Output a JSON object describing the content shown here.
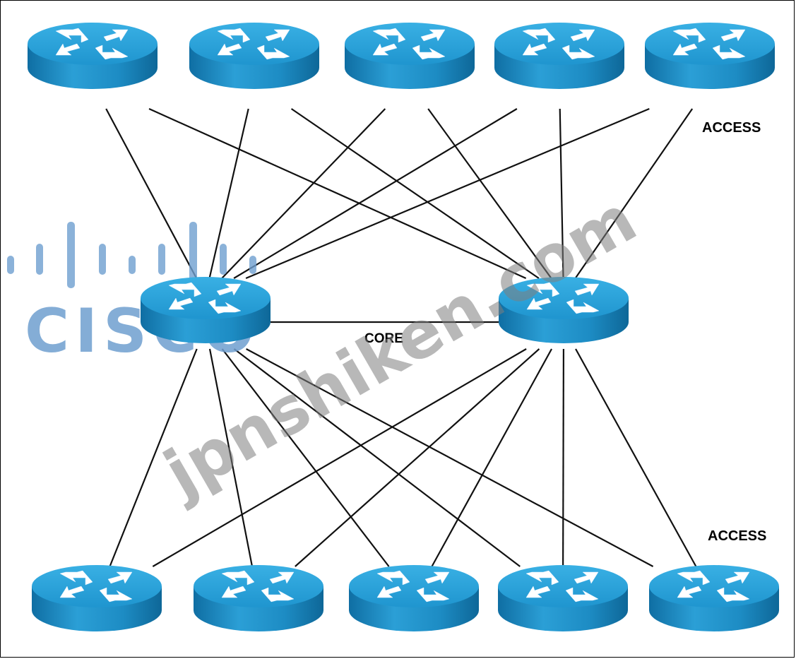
{
  "labels": {
    "access_top": "ACCESS",
    "core": "CORE",
    "access_bottom": "ACCESS"
  },
  "watermarks": {
    "cisco": "CISCO",
    "site": "jpnshiken.com"
  },
  "colors": {
    "router_top": "#2aa4dc",
    "router_side": "#1a86bf",
    "router_side_dark": "#0f6ea3",
    "arrow": "#ffffff",
    "link": "#111111"
  },
  "icons": {
    "router": "router-icon"
  },
  "topology": {
    "access_top_count": 5,
    "core_count": 2,
    "access_bottom_count": 5
  }
}
